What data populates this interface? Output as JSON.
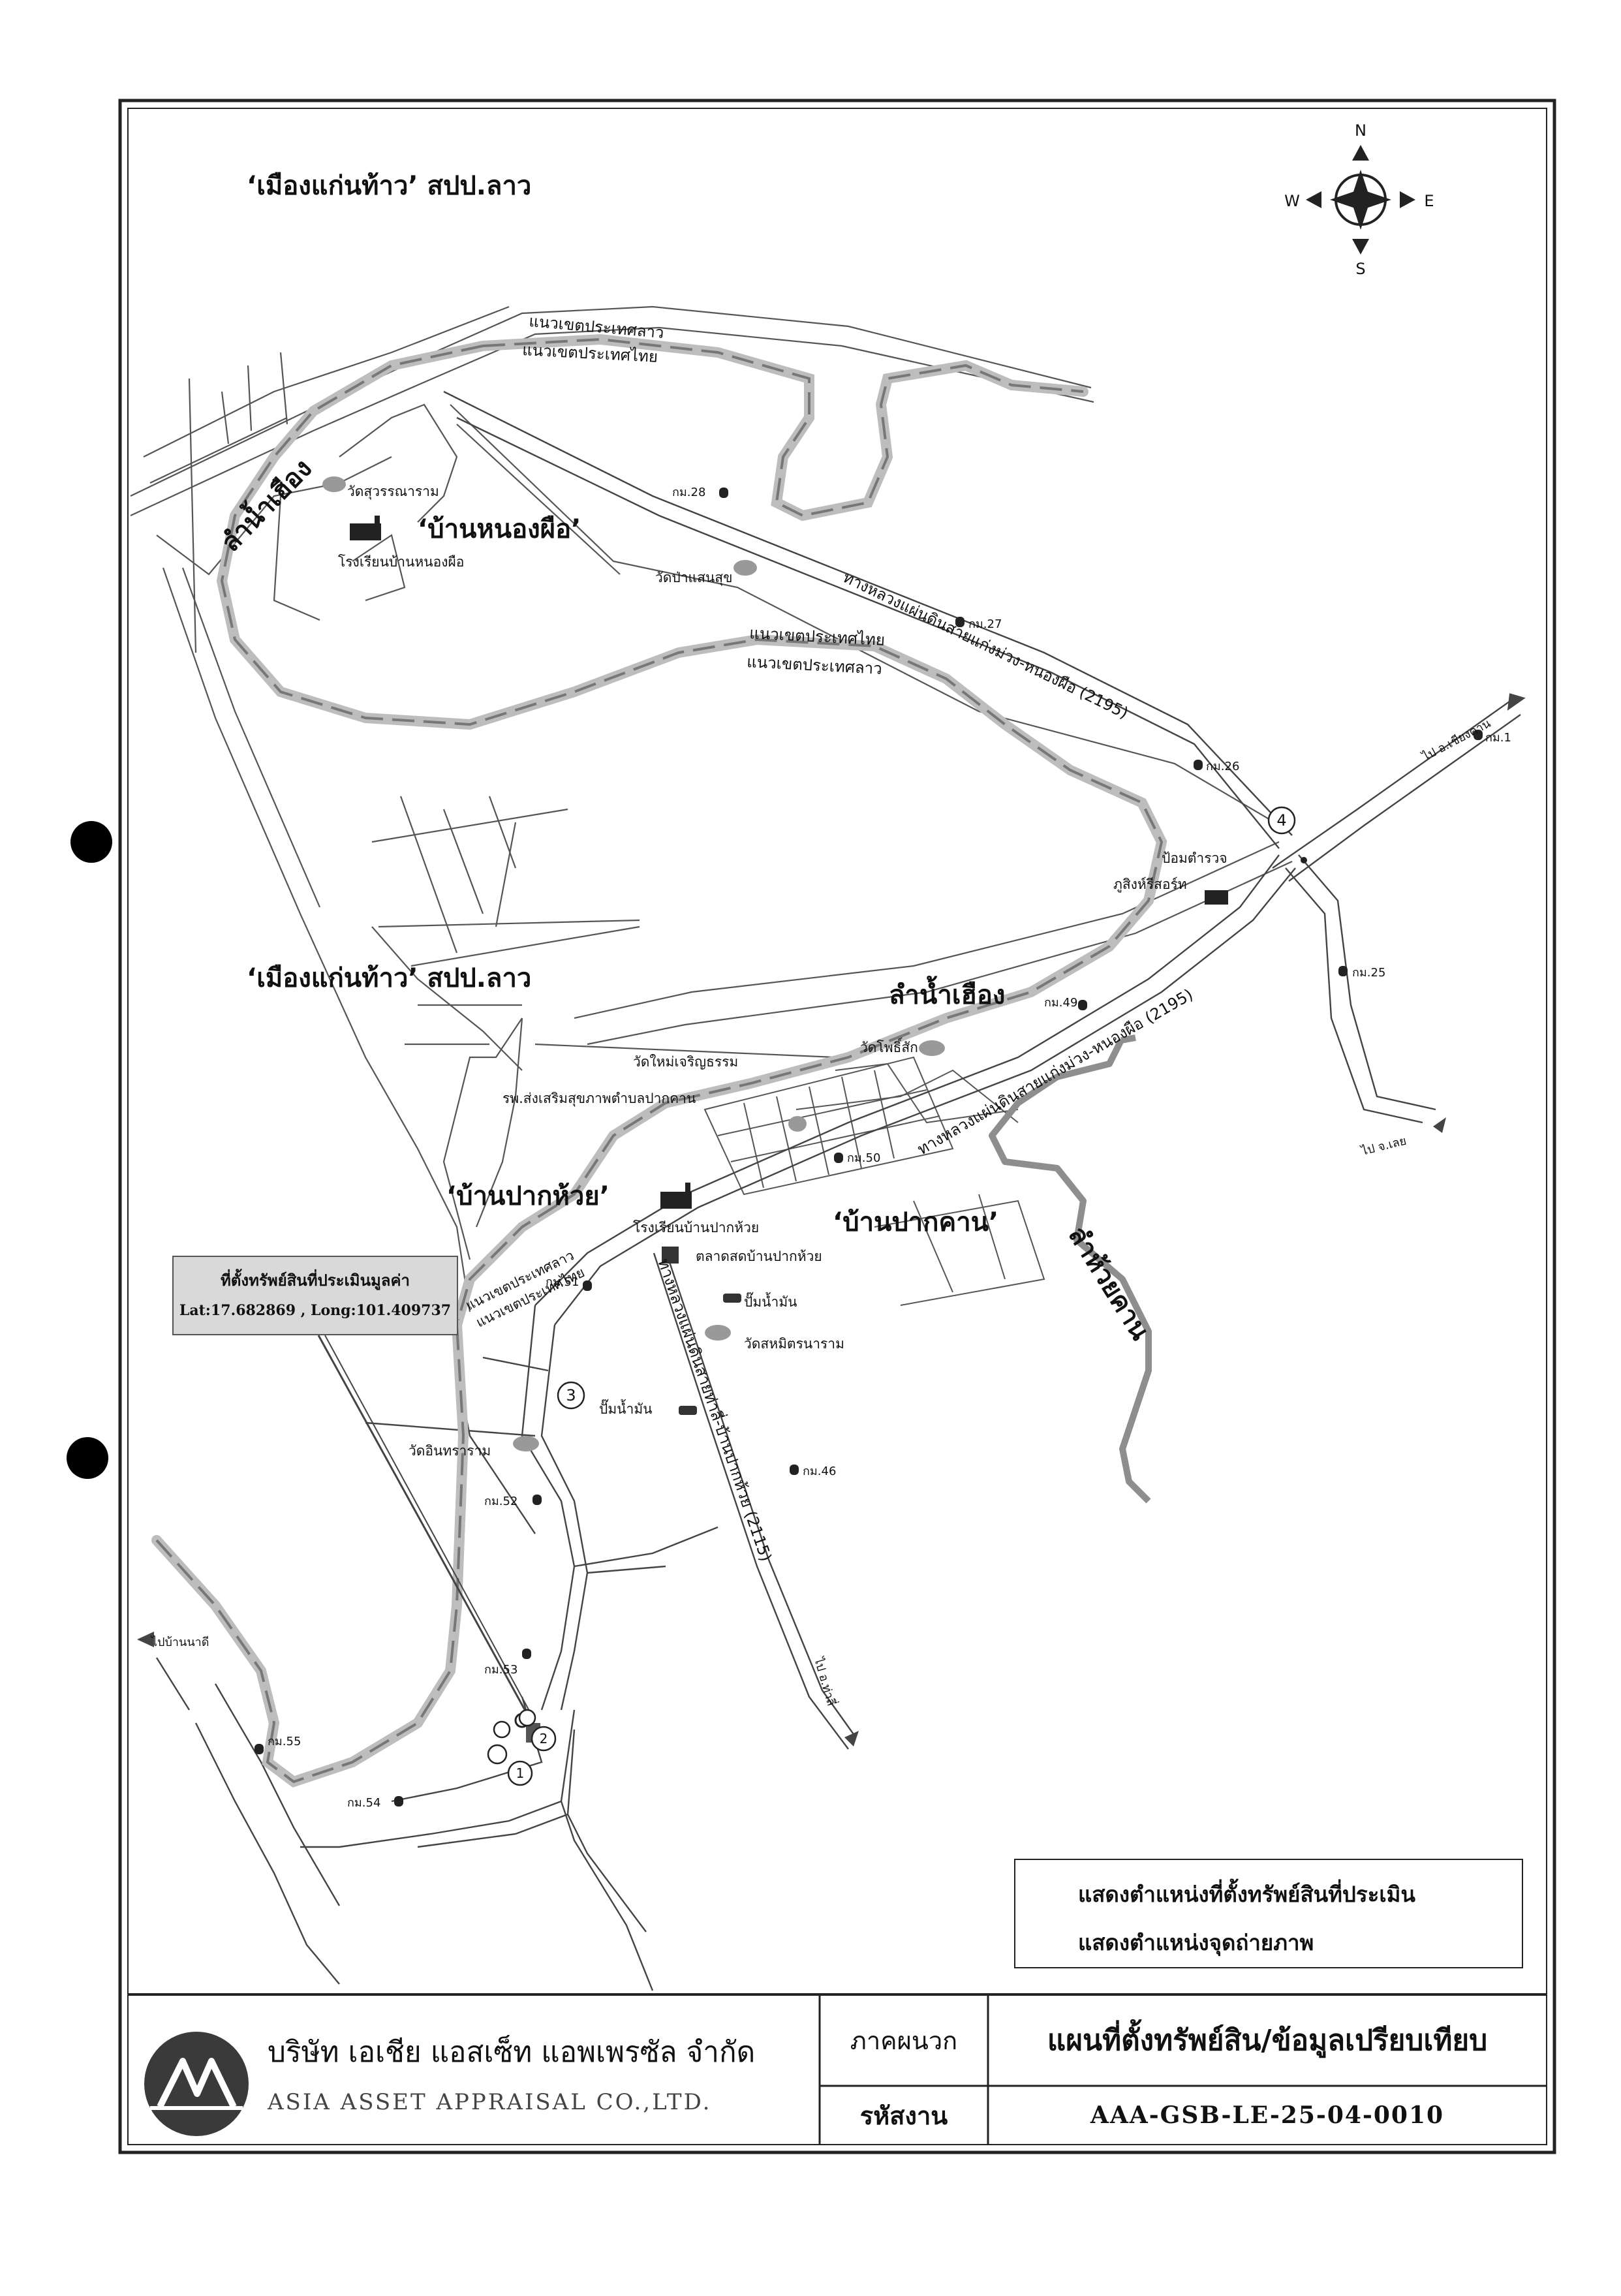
{
  "labels": {
    "top_title": "‘เมืองแก่นท้าว’ สปป.ลาว",
    "mid_title": "‘เมืองแก่นท้าว’ สปป.ลาว",
    "village_nongphue": "‘บ้านหนองผือ’",
    "village_pakhuai": "‘บ้านปากห้วย’",
    "village_pakkan": "‘บ้านปากคาน’",
    "river_top": "ลำน้ำเฮือง",
    "river_mid": "ลำน้ำเฮือง",
    "stream": "ลำห้วยคาน",
    "border_laos_top": "แนวเขตประเทศลาว",
    "border_thai_top": "แนวเขตประเทศไทย",
    "border_thai_mid": "แนวเขตประเทศไทย",
    "border_laos_mid": "แนวเขตประเทศลาว",
    "border_laos_low": "แนวเขตประเทศลาว",
    "border_thai_low": "แนวเขตประเทศไทย",
    "road_2195_top": "ทางหลวงแผ่นดินสายแก่งม่วง-หนองผือ (2195)",
    "road_2195_low": "ทางหลวงแผ่นดินสายแก่งม่วง-หนองผือ (2195)",
    "road_2115": "ทางหลวงแผ่นดินสายท่าลี่-บ้านปากห้วย (2115)",
    "to_chiangkhan": "ไป อ.เชียงคาน",
    "to_loei": "ไป จ.เลย",
    "to_thali": "ไป อ.ท่าลี่",
    "to_bannadee": "ไปบ้านนาดี",
    "wat_suwan": "วัดสุวรรณาราม",
    "school_nongphue": "โรงเรียนบ้านหนองผือ",
    "wat_pasansuk": "วัดป่าแสนสุข",
    "police": "ป้อมตำรวจ",
    "resort": "ภูสิงห์รีสอร์ท",
    "wat_phosak": "วัดโพธิ์สัก",
    "wat_mai": "วัดใหม่เจริญธรรม",
    "hospital": "รพ.ส่งเสริมสุขภาพตำบลปากคาน",
    "school_pakhuai": "โรงเรียนบ้านปากห้วย",
    "market": "ตลาดสดบ้านปากห้วย",
    "gas1": "ปั๊มน้ำมัน",
    "gas2": "ปั๊มน้ำมัน",
    "wat_samit": "วัดสหมิตรนาราม",
    "wat_inthara": "วัดอินทราราม",
    "compass_n": "N",
    "compass_s": "S",
    "compass_e": "E",
    "compass_w": "W",
    "circ1": "1",
    "circ2": "2",
    "circ3": "3",
    "circ4": "4"
  },
  "km_markers": [
    {
      "id": "km28",
      "label": "กม.28"
    },
    {
      "id": "km27",
      "label": "กม.27"
    },
    {
      "id": "km26",
      "label": "กม.26"
    },
    {
      "id": "km1",
      "label": "กม.1"
    },
    {
      "id": "km25",
      "label": "กม.25"
    },
    {
      "id": "km49",
      "label": "กม.49"
    },
    {
      "id": "km50",
      "label": "กม.50"
    },
    {
      "id": "km51",
      "label": "กม.51"
    },
    {
      "id": "km46",
      "label": "กม.46"
    },
    {
      "id": "km52",
      "label": "กม.52"
    },
    {
      "id": "km53",
      "label": "กม.53"
    },
    {
      "id": "km55",
      "label": "กม.55"
    },
    {
      "id": "km54",
      "label": "กม.54"
    }
  ],
  "callout": {
    "title": "ที่ตั้งทรัพย์สินที่ประเมินมูลค่า",
    "coords": "Lat:17.682869 , Long:101.409737"
  },
  "legend": {
    "property": "แสดงตำแหน่งที่ตั้งทรัพย์สินที่ประเมิน",
    "photo": "แสดงตำแหน่งจุดถ่ายภาพ"
  },
  "footer": {
    "company_th": "บริษัท เอเชีย แอสเซ็ท แอพเพรซัล จำกัด",
    "company_en": "ASIA ASSET APPRAISAL CO.,LTD.",
    "appendix_label": "ภาคผนวก",
    "appendix_title": "แผนที่ตั้งทรัพย์สิน/ข้อมูลเปรียบเทียบ",
    "code_label": "รหัสงาน",
    "code_value": "AAA-GSB-LE-25-04-0010"
  }
}
